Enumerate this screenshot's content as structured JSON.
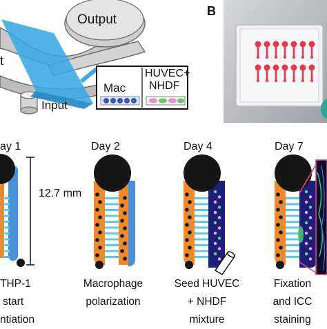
{
  "panel_a": {
    "output_label": "Output",
    "input_label": "Input",
    "inset_left": "Mac",
    "inset_right_line1": "HUVEC+",
    "inset_right_line2": "NHDF",
    "cut_label": "t"
  },
  "panel_b": {
    "letter": "B"
  },
  "timeline": {
    "dimension": "12.7 mm",
    "steps": [
      {
        "day": "ay 1",
        "caption": [
          "THP-1",
          "start",
          "ntiation"
        ]
      },
      {
        "day": "Day 2",
        "caption": [
          "Macrophage",
          "polarization"
        ]
      },
      {
        "day": "Day 4",
        "caption": [
          "Seed HUVEC",
          "+ NHDF",
          "mixture"
        ]
      },
      {
        "day": "Day 7",
        "caption": [
          "Fixation",
          "and ICC",
          "staining"
        ]
      }
    ]
  },
  "colors": {
    "orange": "#f0892a",
    "blue": "#4a90d9",
    "navy": "#1c1f7a",
    "black": "#161616",
    "cyan_band": "#5cc8ec",
    "pink": "#e0457b"
  }
}
